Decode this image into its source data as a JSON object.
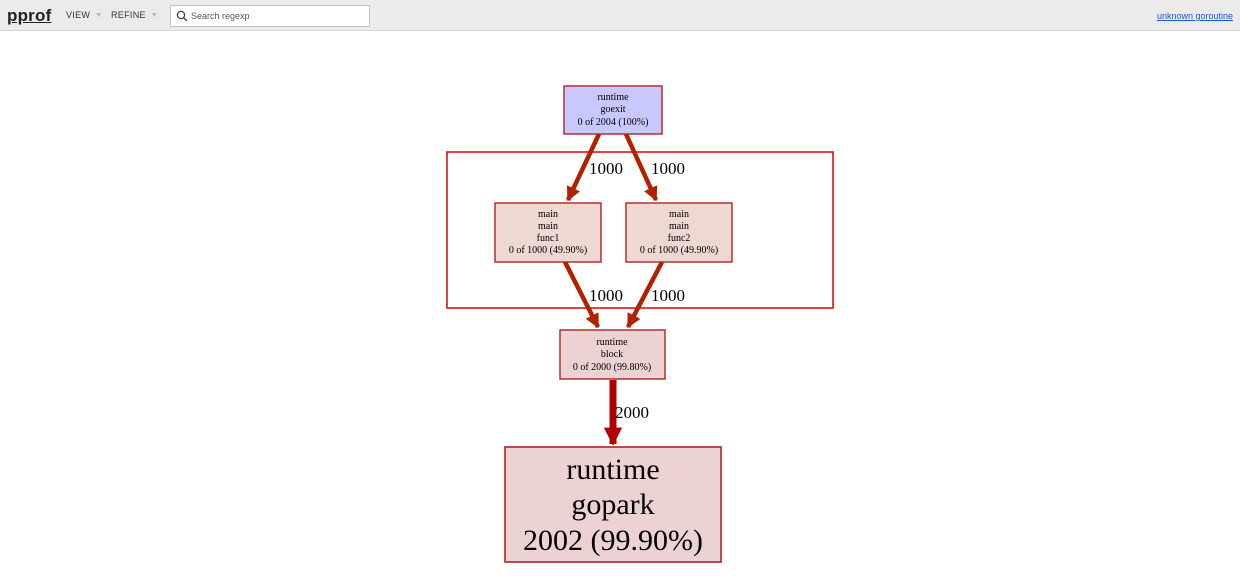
{
  "header": {
    "logo": "pprof",
    "menus": [
      {
        "label": "VIEW"
      },
      {
        "label": "REFINE"
      }
    ],
    "search": {
      "placeholder": "Search regexp",
      "value": ""
    },
    "link": "unknown goroutine"
  },
  "graph": {
    "nodes": {
      "goexit": {
        "line1": "runtime",
        "line2": "goexit",
        "line3": "0 of 2004 (100%)"
      },
      "func1": {
        "line1": "main",
        "line2": "main",
        "line3": "func1",
        "line4": "0 of 1000 (49.90%)"
      },
      "func2": {
        "line1": "main",
        "line2": "main",
        "line3": "func2",
        "line4": "0 of 1000 (49.90%)"
      },
      "block": {
        "line1": "runtime",
        "line2": "block",
        "line3": "0 of 2000 (99.80%)"
      },
      "gopark": {
        "line1": "runtime",
        "line2": "gopark",
        "line3": "2002 (99.90%)"
      }
    },
    "edges": {
      "goexit_func1": "1000",
      "goexit_func2": "1000",
      "func1_block": "1000",
      "func2_block": "1000",
      "block_gopark": "2000"
    },
    "colors": {
      "root_fill": "#c8c8ff",
      "node_fill": "#edd8d2",
      "hot_fill": "#ecd2d2",
      "node_stroke": "#b22222",
      "edge": "#b22000",
      "edge_hot": "#b20000",
      "cluster_stroke": "#e00000"
    }
  }
}
